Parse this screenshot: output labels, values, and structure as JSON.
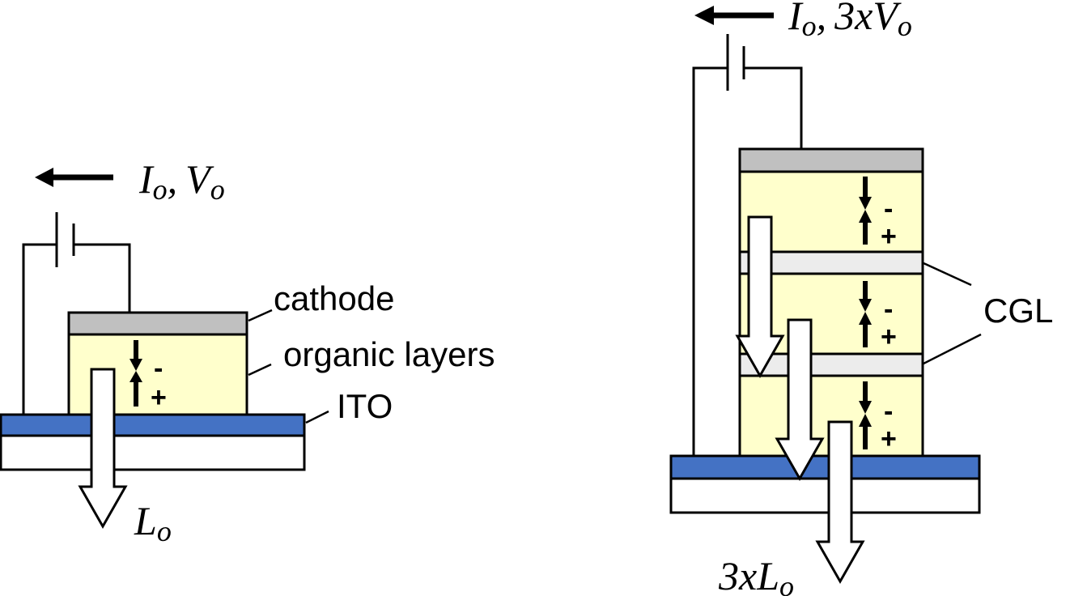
{
  "colors": {
    "cathode": "#c0c0c0",
    "organic": "#ffffcc",
    "ito": "#4472c4",
    "substrate": "#ffffff",
    "cgl": "#ececec",
    "line": "#000000"
  },
  "single_device": {
    "current_label": {
      "main": "I",
      "sub": "o"
    },
    "separator": ",",
    "voltage_label": {
      "main": "V",
      "sub": "o"
    },
    "layer_labels": {
      "cathode": "cathode",
      "organic": "organic layers",
      "ito": "ITO"
    },
    "charge_signs": {
      "minus": "-",
      "plus": "+"
    },
    "light_label": {
      "main": "L",
      "sub": "o"
    }
  },
  "tandem_device": {
    "current_label": {
      "main": "I",
      "sub": "o"
    },
    "separator": ",",
    "voltage_label": {
      "prefix": "3x",
      "main": "V",
      "sub": "o"
    },
    "cgl_label": "CGL",
    "units": 3,
    "charge_signs": {
      "minus": "-",
      "plus": "+"
    },
    "light_label": {
      "prefix": "3x",
      "main": "L",
      "sub": "o"
    }
  }
}
